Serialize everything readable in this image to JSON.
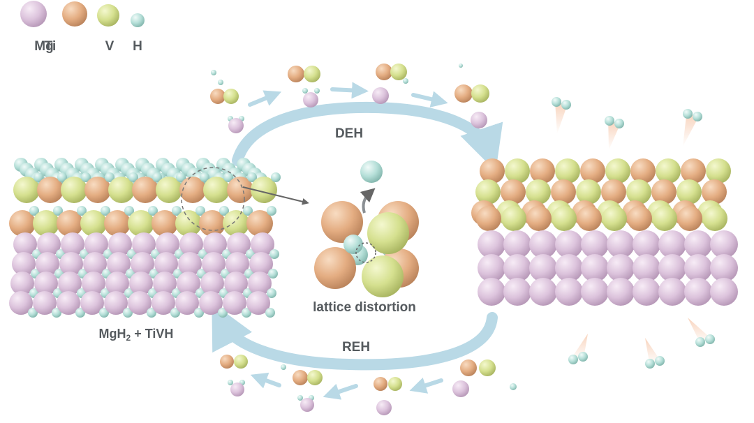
{
  "legend": {
    "items": [
      {
        "label": "Mg",
        "color": "#dcc3dc"
      },
      {
        "label": "Ti",
        "color": "#e4ad82"
      },
      {
        "label": "V",
        "color": "#d5e08f"
      },
      {
        "label": "H",
        "color": "#b5dfd8"
      }
    ]
  },
  "labels": {
    "deh": "DEH",
    "reh": "REH",
    "center": "lattice distortion",
    "left_block_prefix": "MgH",
    "left_block_subscript": "2",
    "left_block_suffix": " + TiVH"
  },
  "colors": {
    "mg": "#dcc3dc",
    "ti": "#e4ad82",
    "v": "#d5e08f",
    "h": "#b5dfd8",
    "arrow": "#b9d9e6",
    "text": "#555a5e"
  }
}
